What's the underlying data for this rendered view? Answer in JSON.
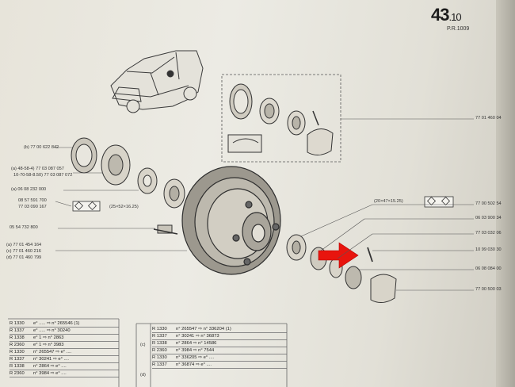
{
  "header": {
    "page_number": "43",
    "page_sub": ".10",
    "pr_code": "P.R.1009"
  },
  "left_labels": [
    "(b) 77 00 622 842",
    "(a) 48-58-4) 77 03 087 057",
    "10-70-58-8.50) 77 03 087 072",
    "(a) 06 08 232 000",
    "08 57 591 700",
    "77 03 090 167",
    "05 54 732 800",
    "(a) 77 01 454 164",
    "(c) 77 01 460 216",
    "(d) 77 01 460 799"
  ],
  "right_labels": [
    "77 01 460 04",
    "77 00 502 54",
    "06 03 900 34",
    "77 03 032 06",
    "10 99 030 30",
    "06 08 084 00",
    "77 00 500 03"
  ],
  "dims": {
    "left": "(25×52×16.25)",
    "right": "(20×47×15.25)"
  },
  "table_left": [
    {
      "model": "R 1330",
      "text": "e° ..... ⇨ n° 265546",
      "mark": "(1)"
    },
    {
      "model": "R 1337",
      "text": "e° ..... ⇨ n° 30240",
      "mark": ""
    },
    {
      "model": "R 1338",
      "text": "e° 1 ⇨ n° 2863",
      "mark": ""
    },
    {
      "model": "R 2360",
      "text": "e° 1 ⇨ n° 3983",
      "mark": ""
    },
    {
      "model": "R 1330",
      "text": "n° 265547 ⇨ e° ....",
      "mark": ""
    },
    {
      "model": "R 1337",
      "text": "n° 30241 ⇨ e° ....",
      "mark": ""
    },
    {
      "model": "R 1338",
      "text": "n° 2864 ⇨ e° ....",
      "mark": ""
    },
    {
      "model": "R 2360",
      "text": "n° 3984 ⇨ e° ....",
      "mark": ""
    }
  ],
  "table_right_col": [
    "(c)",
    "(d)"
  ],
  "table_right": [
    {
      "model": "R 1330",
      "text": "n° 265547 ⇨ n° 336204",
      "mark": "(1)"
    },
    {
      "model": "R 1337",
      "text": "n° 30241 ⇨ n° 36873",
      "mark": ""
    },
    {
      "model": "R 1338",
      "text": "n° 2864 ⇨ n° 14586",
      "mark": ""
    },
    {
      "model": "R 2360",
      "text": "n° 3984 ⇨ n° 7544",
      "mark": ""
    },
    {
      "model": "R 1330",
      "text": "n° 336205 ⇨ e° ....",
      "mark": ""
    },
    {
      "model": "R 1337",
      "text": "n° 36874 ⇨ e° ....",
      "mark": ""
    }
  ]
}
